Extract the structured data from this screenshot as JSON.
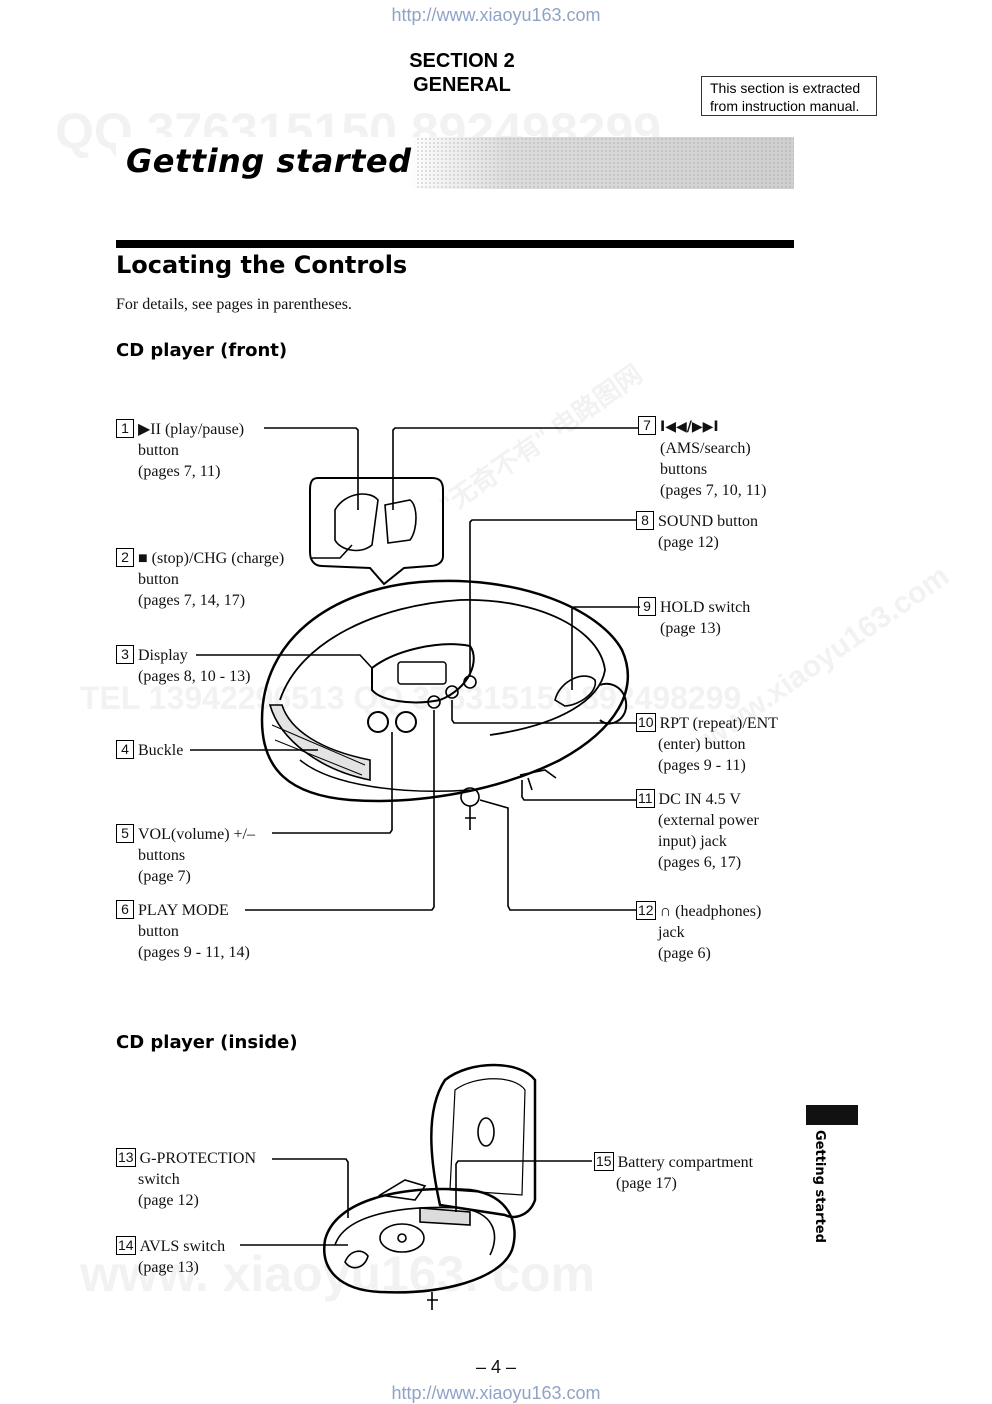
{
  "header": {
    "url_top": "http://www.xiaoyu163.com",
    "section_line1": "SECTION 2",
    "section_line2": "GENERAL",
    "note_line1": "This section is extracted",
    "note_line2": "from instruction manual."
  },
  "title": "Getting started",
  "heading": "Locating the Controls",
  "intro": "For details, see pages in parentheses.",
  "front": {
    "heading": "CD player (front)",
    "callouts": [
      {
        "num": "1",
        "lines": [
          "▶II (play/pause)",
          "button",
          "(pages 7, 11)"
        ]
      },
      {
        "num": "2",
        "lines": [
          "■ (stop)/CHG (charge)",
          "button",
          "(pages 7, 14, 17)"
        ]
      },
      {
        "num": "3",
        "lines": [
          "Display",
          "(pages 8, 10 - 13)"
        ]
      },
      {
        "num": "4",
        "lines": [
          "Buckle"
        ]
      },
      {
        "num": "5",
        "lines": [
          "VOL(volume) +/–",
          "buttons",
          "(page 7)"
        ]
      },
      {
        "num": "6",
        "lines": [
          "PLAY MODE",
          "button",
          "(pages 9 - 11, 14)"
        ]
      },
      {
        "num": "7",
        "lines": [
          "I◀◀/▶▶I",
          "(AMS/search)",
          "buttons",
          "(pages 7, 10, 11)"
        ]
      },
      {
        "num": "8",
        "lines": [
          "SOUND button",
          "(page 12)"
        ]
      },
      {
        "num": "9",
        "lines": [
          "HOLD switch",
          "(page 13)"
        ]
      },
      {
        "num": "10",
        "lines": [
          "RPT (repeat)/ENT",
          "(enter) button",
          "(pages 9 - 11)"
        ]
      },
      {
        "num": "11",
        "lines": [
          "DC IN 4.5 V",
          "(external power",
          "input) jack",
          "(pages 6, 17)"
        ]
      },
      {
        "num": "12",
        "lines": [
          "∩ (headphones)",
          "jack",
          "(page 6)"
        ]
      }
    ]
  },
  "inside": {
    "heading": "CD player (inside)",
    "callouts": [
      {
        "num": "13",
        "lines": [
          "G-PROTECTION",
          "switch",
          "(page 12)"
        ]
      },
      {
        "num": "14",
        "lines": [
          "AVLS switch",
          "(page 13)"
        ]
      },
      {
        "num": "15",
        "lines": [
          "Battery compartment",
          "(page 17)"
        ]
      }
    ]
  },
  "side_tab": "Getting started",
  "footer": {
    "page_number": "– 4 –",
    "url_bottom": "http://www.xiaoyu163.com"
  },
  "watermarks": {
    "qq": "QQ 376315150   892498299",
    "tel": "TEL 13942296513   QQ 376315150   892498299",
    "site": "www.xiaoyu163.com",
    "cn": "\"无奇不有\" 电路图网",
    "big": "www. xiaoyu163. com"
  }
}
